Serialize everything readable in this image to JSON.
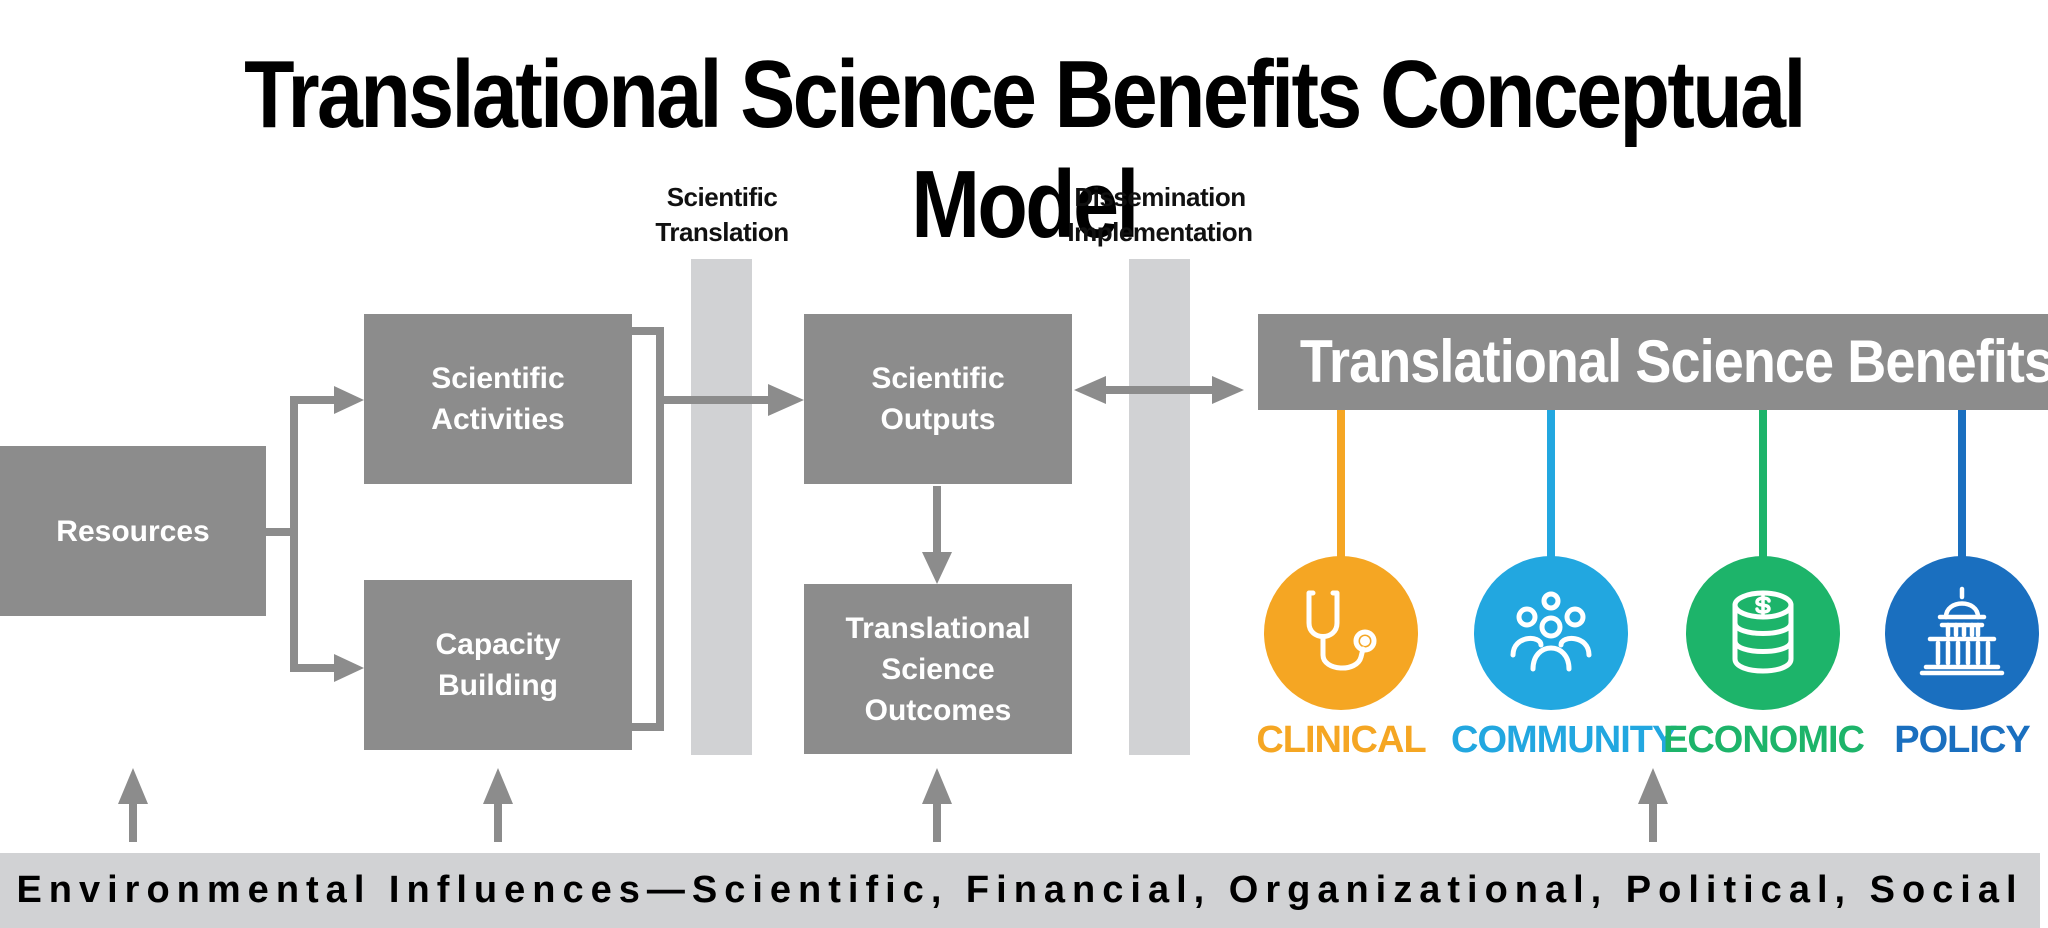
{
  "title": "Translational Science Benefits Conceptual Model",
  "stages": {
    "scientific_translation": "Scientific\nTranslation",
    "dissemination_implementation": "Dissemination\nImplementation"
  },
  "boxes": {
    "resources": "Resources",
    "scientific_activities": "Scientific\nActivities",
    "capacity_building": "Capacity\nBuilding",
    "scientific_outputs": "Scientific\nOutputs",
    "translational_science_outcomes": "Translational\nScience\nOutcomes"
  },
  "benefits_header": "Translational Science Benefits",
  "categories": [
    {
      "label": "CLINICAL",
      "color": "#f5a623",
      "icon": "stethoscope-icon"
    },
    {
      "label": "COMMUNITY",
      "color": "#22a7e0",
      "icon": "people-group-icon"
    },
    {
      "label": "ECONOMIC",
      "color": "#1db46a",
      "icon": "coin-stack-icon"
    },
    {
      "label": "POLICY",
      "color": "#1a6fbf",
      "icon": "capitol-building-icon"
    }
  ],
  "environmental_influences": "Environmental Influences—Scientific, Financial, Organizational, Political, Social",
  "colors": {
    "box_gray": "#8c8c8c",
    "bar_gray": "#d1d2d4",
    "arrow_gray": "#8c8c8c"
  }
}
